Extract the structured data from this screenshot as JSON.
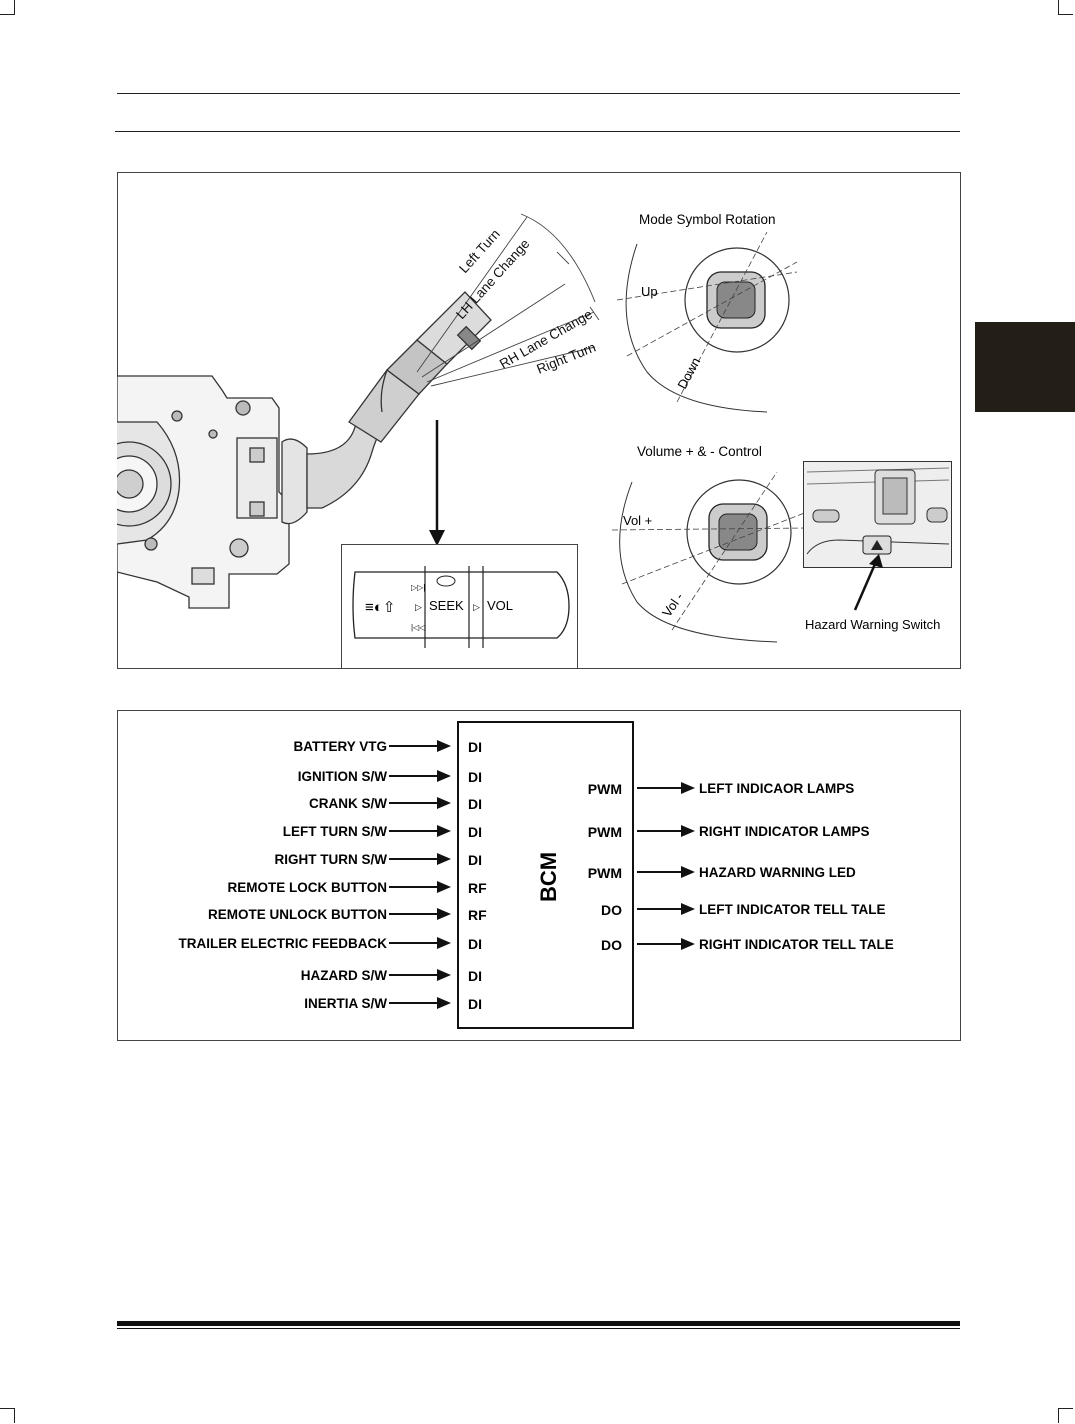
{
  "figure1": {
    "lever_labels": [
      "Left Turn",
      "LH Lane Change",
      "RH Lane Change",
      "Right Turn"
    ],
    "mode_rotation": {
      "title": "Mode Symbol Rotation",
      "up": "Up",
      "down": "Down"
    },
    "volume_control": {
      "title": "Volume + & - Control",
      "vol_plus": "Vol +",
      "vol_minus": "Vol -"
    },
    "inset": {
      "seek": "SEEK",
      "vol": "VOL"
    },
    "hazard_switch_label": "Hazard Warning Switch"
  },
  "bcm_diagram": {
    "module_label": "BCM",
    "inputs": [
      {
        "label": "BATTERY VTG",
        "type": "DI"
      },
      {
        "label": "IGNITION S/W",
        "type": "DI"
      },
      {
        "label": "CRANK S/W",
        "type": "DI"
      },
      {
        "label": "LEFT TURN S/W",
        "type": "DI"
      },
      {
        "label": "RIGHT TURN S/W",
        "type": "DI"
      },
      {
        "label": "REMOTE LOCK BUTTON",
        "type": "RF"
      },
      {
        "label": "REMOTE UNLOCK BUTTON",
        "type": "RF"
      },
      {
        "label": "TRAILER ELECTRIC FEEDBACK",
        "type": "DI"
      },
      {
        "label": "HAZARD S/W",
        "type": "DI"
      },
      {
        "label": "INERTIA S/W",
        "type": "DI"
      }
    ],
    "outputs": [
      {
        "label": "LEFT INDICAOR LAMPS",
        "type": "PWM"
      },
      {
        "label": "RIGHT INDICATOR LAMPS",
        "type": "PWM"
      },
      {
        "label": "HAZARD WARNING LED",
        "type": "PWM"
      },
      {
        "label": "LEFT INDICATOR TELL TALE",
        "type": "DO"
      },
      {
        "label": "RIGHT INDICATOR TELL TALE",
        "type": "DO"
      }
    ]
  }
}
